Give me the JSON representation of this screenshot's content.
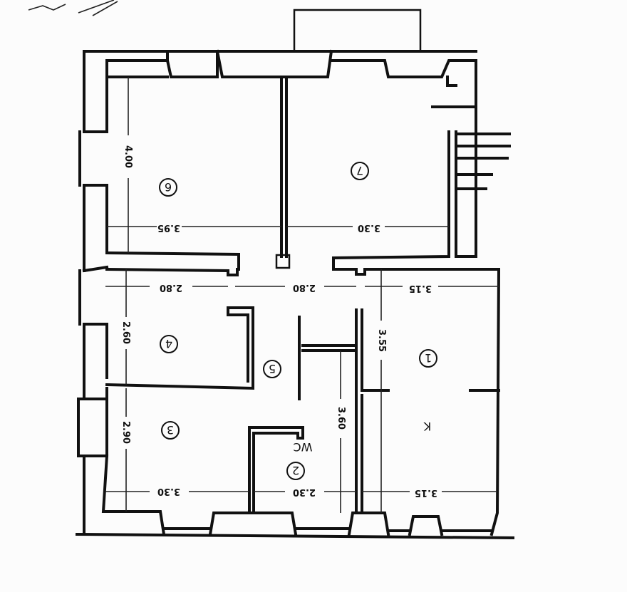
{
  "plan": {
    "dimensions": {
      "room6_width": "3.95",
      "room7_width": "3.30",
      "room4_width": "2.80",
      "hall_width": "2.80",
      "room1_top_width": "3.15",
      "room3_width": "3.30",
      "room2_width": "2.30",
      "room1_bottom_width": "3.15",
      "room6_depth": "4.00",
      "room4_depth": "2.60",
      "room3_depth": "2.90",
      "room2_depth": "3.60",
      "room1_depth": "3.55"
    },
    "rooms": {
      "r1": "1",
      "r2": "2",
      "r3": "3",
      "r4": "4",
      "r5": "5",
      "r6": "6",
      "r7": "7"
    },
    "room_labels": {
      "kitchen": "K",
      "wc": "WC"
    }
  }
}
